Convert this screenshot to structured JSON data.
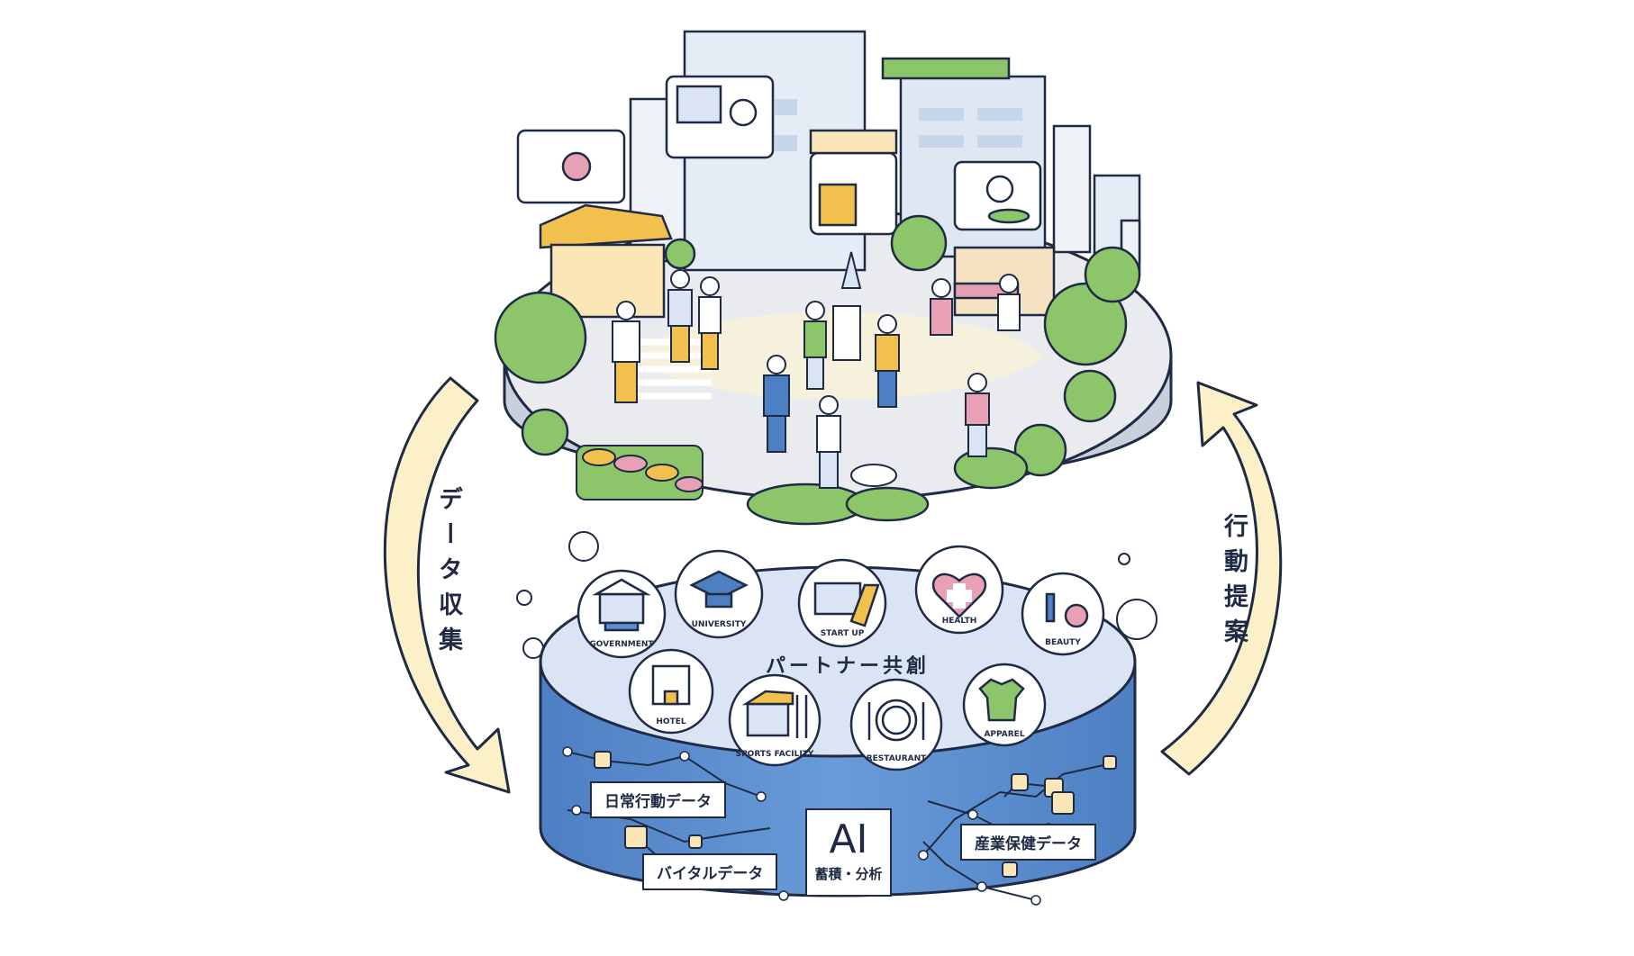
{
  "left_arrow_label": "データ収集",
  "right_arrow_label": "行動提案",
  "platform": {
    "title": "パートナー共創",
    "partners": [
      {
        "label": "GOVERNMENT",
        "icon": "government-building-icon"
      },
      {
        "label": "UNIVERSITY",
        "icon": "graduation-cap-icon"
      },
      {
        "label": "START UP",
        "icon": "monitor-notebook-icon"
      },
      {
        "label": "HEALTH",
        "icon": "heart-cross-icon"
      },
      {
        "label": "BEAUTY",
        "icon": "cosmetics-icon"
      },
      {
        "label": "HOTEL",
        "icon": "hotel-icon"
      },
      {
        "label": "SPORTS FACILITY",
        "icon": "stadium-icon"
      },
      {
        "label": "RESTAURANT",
        "icon": "plate-cutlery-icon"
      },
      {
        "label": "APPAREL",
        "icon": "jacket-shoes-icon"
      }
    ]
  },
  "data_layer": {
    "daily": "日常行動データ",
    "vital": "バイタルデータ",
    "industrial": "産業保健データ",
    "ai_title": "AI",
    "ai_sub": "蓄積・分析"
  },
  "colors": {
    "navy": "#1f2a44",
    "blue": "#5b8fd1",
    "arrow_fill": "#fbf0c8",
    "platform_top": "#dbe4f4",
    "green": "#8cc56a"
  }
}
